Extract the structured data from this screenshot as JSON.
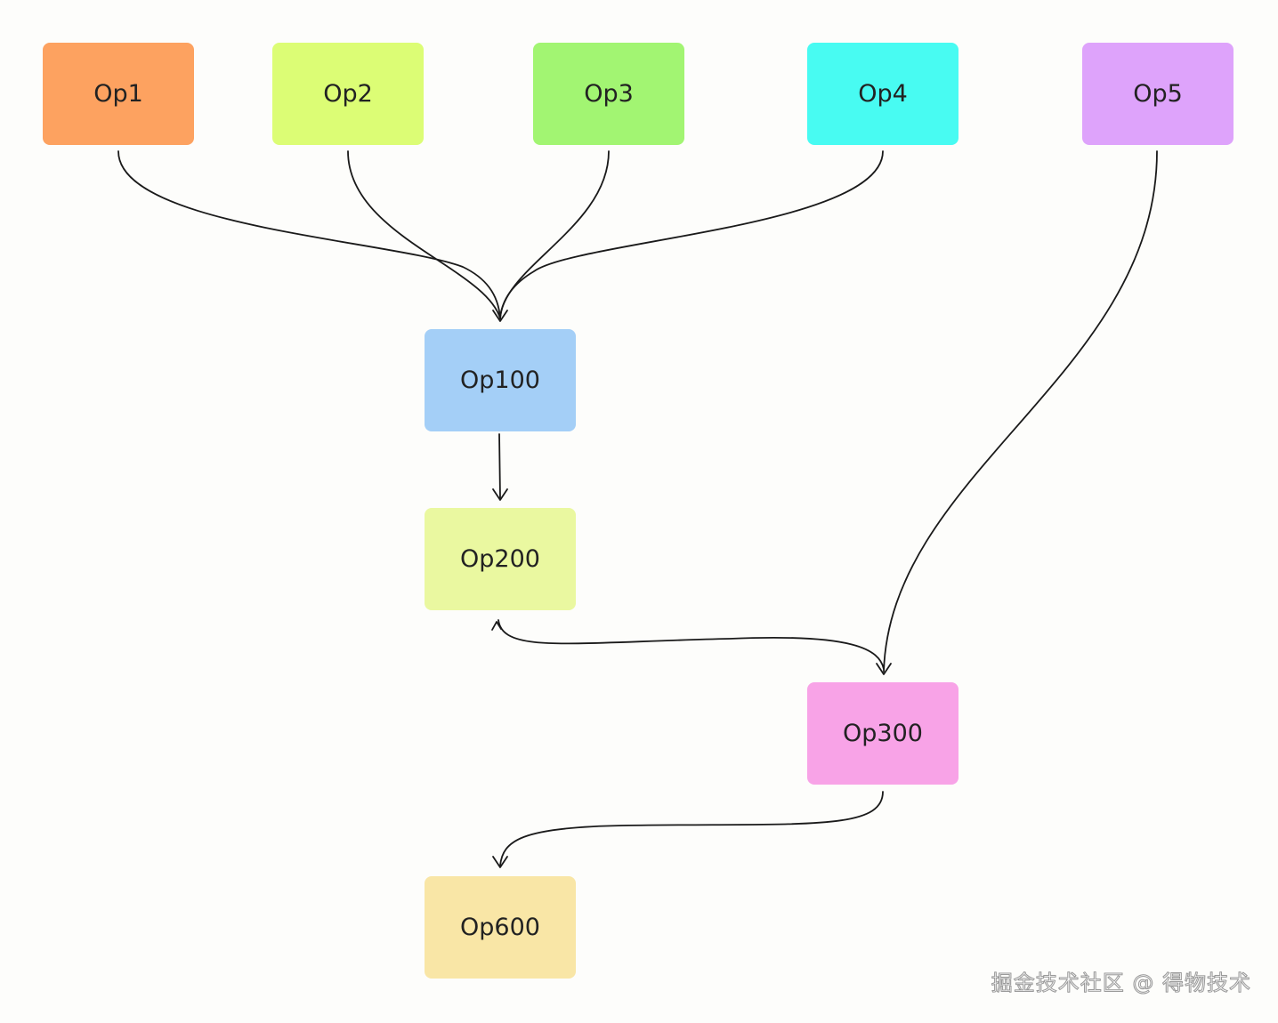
{
  "nodes": [
    {
      "id": "op1",
      "label": "Op1",
      "color": "#fda260"
    },
    {
      "id": "op2",
      "label": "Op2",
      "color": "#dcfd75"
    },
    {
      "id": "op3",
      "label": "Op3",
      "color": "#a2f572"
    },
    {
      "id": "op4",
      "label": "Op4",
      "color": "#48fbf2"
    },
    {
      "id": "op5",
      "label": "Op5",
      "color": "#dea3fb"
    },
    {
      "id": "op100",
      "label": "Op100",
      "color": "#a4cff7"
    },
    {
      "id": "op200",
      "label": "Op200",
      "color": "#eaf8a0"
    },
    {
      "id": "op300",
      "label": "Op300",
      "color": "#f8a3e7"
    },
    {
      "id": "op600",
      "label": "Op600",
      "color": "#f9e6a6"
    }
  ],
  "edges": [
    {
      "from": "op1",
      "to": "op100"
    },
    {
      "from": "op2",
      "to": "op100"
    },
    {
      "from": "op3",
      "to": "op100"
    },
    {
      "from": "op4",
      "to": "op100"
    },
    {
      "from": "op100",
      "to": "op200"
    },
    {
      "from": "op5",
      "to": "op300"
    },
    {
      "from": "op200",
      "to": "op300"
    },
    {
      "from": "op300",
      "to": "op600"
    }
  ],
  "watermark": "掘金技术社区 @ 得物技术"
}
